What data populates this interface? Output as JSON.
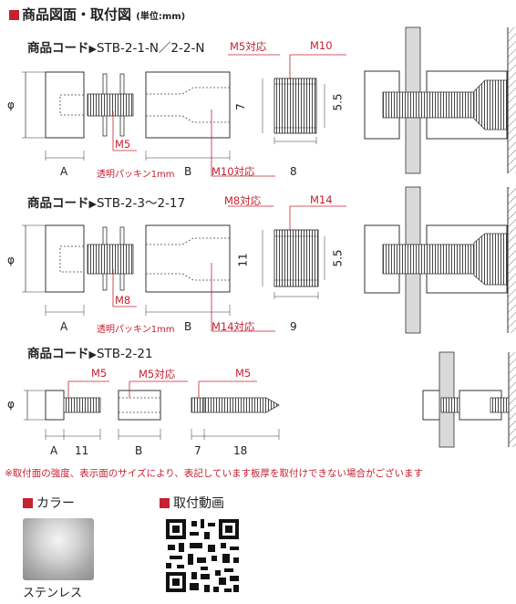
{
  "header": {
    "title": "商品図面・取付図",
    "unit": "(単位:mm)"
  },
  "products": [
    {
      "code_prefix": "商品コード",
      "code_value": "STB-2-1-N／2-2-N",
      "cap_thread": "M5",
      "body_label": "M5対応",
      "body_bottom_label": "M10対応",
      "side_thread": "M10",
      "gasket": "透明パッキン1mm",
      "dim_a": "A",
      "dim_b": "B",
      "dim_len": "8",
      "dim_h1": "7",
      "dim_h2": "5.5",
      "phi": "φ"
    },
    {
      "code_prefix": "商品コード",
      "code_value": "STB-2-3〜2-17",
      "cap_thread": "M8",
      "body_label": "M8対応",
      "body_bottom_label": "M14対応",
      "side_thread": "M14",
      "gasket": "透明パッキン1mm",
      "dim_a": "A",
      "dim_b": "B",
      "dim_len": "9",
      "dim_h1": "11",
      "dim_h2": "5.5",
      "phi": "φ"
    },
    {
      "code_prefix": "商品コード",
      "code_value": "STB-2-21",
      "cap_thread": "M5",
      "body_label": "M5対応",
      "screw_thread": "M5",
      "dim_a": "A",
      "dim_a_len": "11",
      "dim_b": "B",
      "dim_s1": "7",
      "dim_s2": "18",
      "phi": "φ"
    }
  ],
  "note": "※取付面の強度、表示面のサイズにより、表記しています板厚を取付けできない場合がございます",
  "color_section": {
    "title": "カラー",
    "swatch_label": "ステンレス"
  },
  "video_section": {
    "title": "取付動画"
  },
  "colors": {
    "accent": "#c7202f",
    "line": "#333333",
    "wall_fill": "#d9d9d9"
  }
}
